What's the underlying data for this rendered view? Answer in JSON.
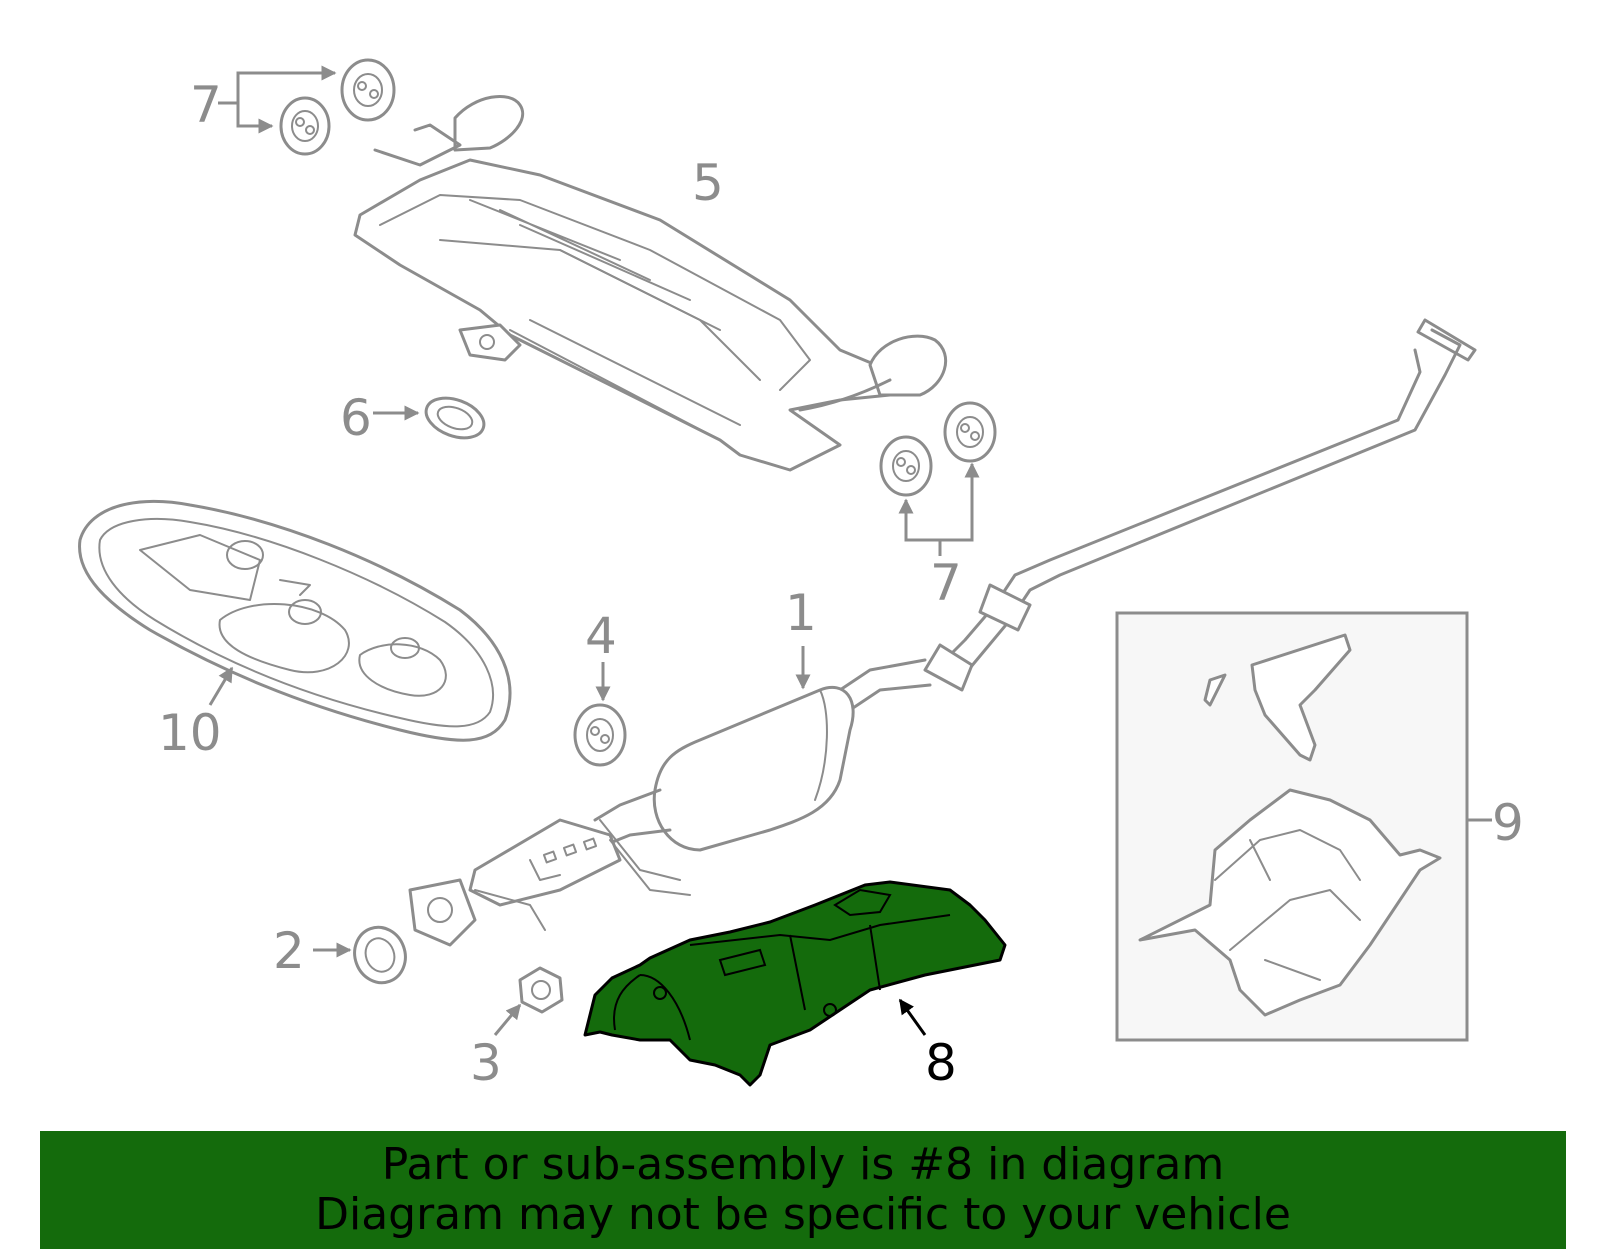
{
  "callouts": {
    "c1": "1",
    "c2": "2",
    "c3": "3",
    "c4": "4",
    "c5": "5",
    "c6": "6",
    "c7a": "7",
    "c7b": "7",
    "c8": "8",
    "c9": "9",
    "c10": "10"
  },
  "highlighted_part": "8",
  "colors": {
    "highlight": "#146b0c",
    "outline": "#8c8c8c",
    "banner_bg": "#146b0c"
  },
  "banner": {
    "line1": "Part or sub-assembly is #8 in diagram",
    "line2": "Diagram may not be specific to your vehicle"
  }
}
